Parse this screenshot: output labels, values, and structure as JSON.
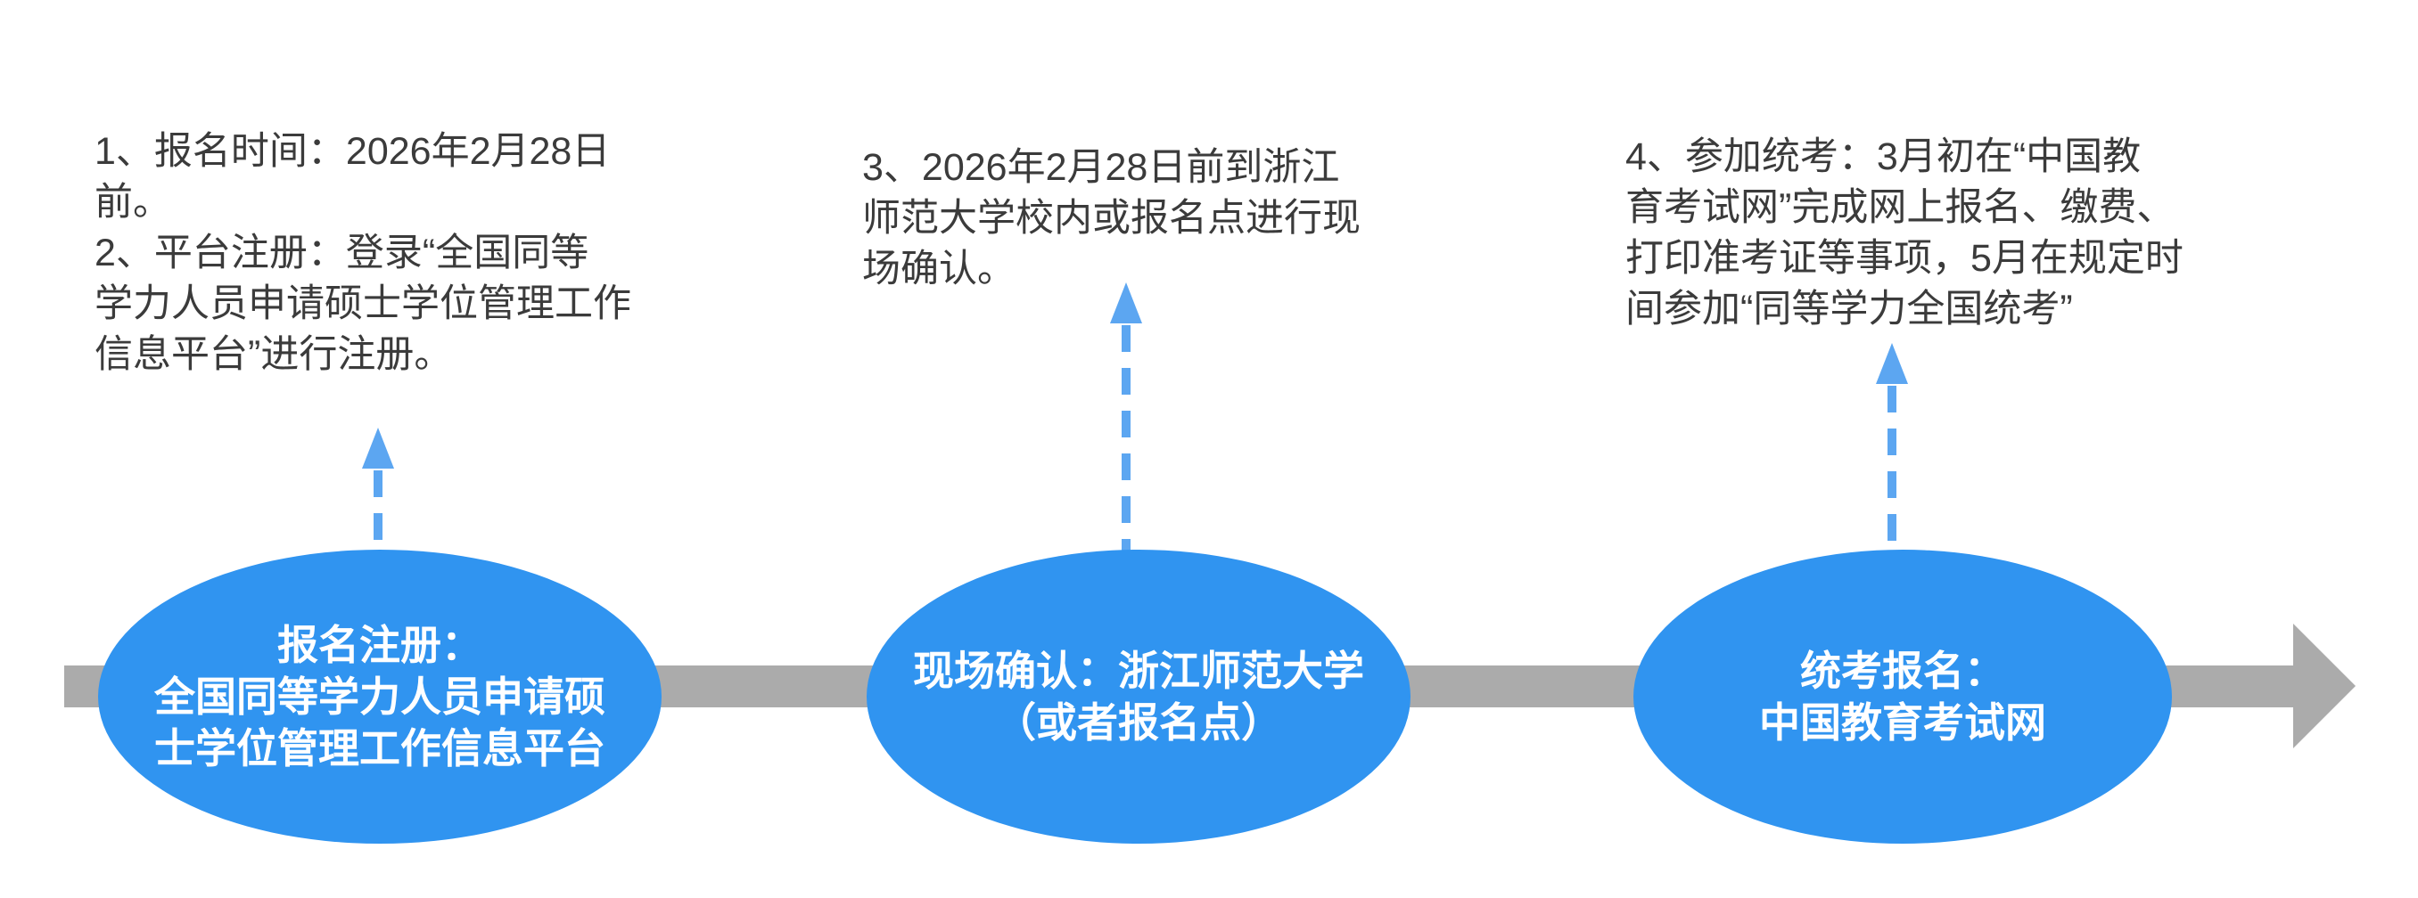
{
  "colors": {
    "node_fill": "#3094F0",
    "arrow_accent": "#5CA6F1",
    "timeline": "#ABABAB",
    "note_text": "#3B3B3B",
    "node_text": "#FFFFFF"
  },
  "diagram": {
    "type": "horizontal-process-timeline",
    "direction": "left-to-right",
    "steps": [
      {
        "note_lines": [
          "1、报名时间：2026年2月28日",
          "前。",
          "2、平台注册：登录“全国同等",
          "学力人员申请硕士学位管理工作",
          "信息平台”进行注册。"
        ],
        "node_lines": [
          "报名注册：",
          "全国同等学力人员申请硕",
          "士学位管理工作信息平台"
        ]
      },
      {
        "note_lines": [
          "3、2026年2月28日前到浙江",
          "师范大学校内或报名点进行现",
          "场确认。"
        ],
        "node_lines": [
          "现场确认：浙江师范大学",
          "（或者报名点）"
        ]
      },
      {
        "note_lines": [
          "4、参加统考：3月初在“中国教",
          "育考试网”完成网上报名、缴费、",
          "打印准考证等事项，5月在规定时",
          "间参加“同等学力全国统考”"
        ],
        "node_lines": [
          "统考报名：",
          "中国教育考试网"
        ]
      }
    ]
  }
}
